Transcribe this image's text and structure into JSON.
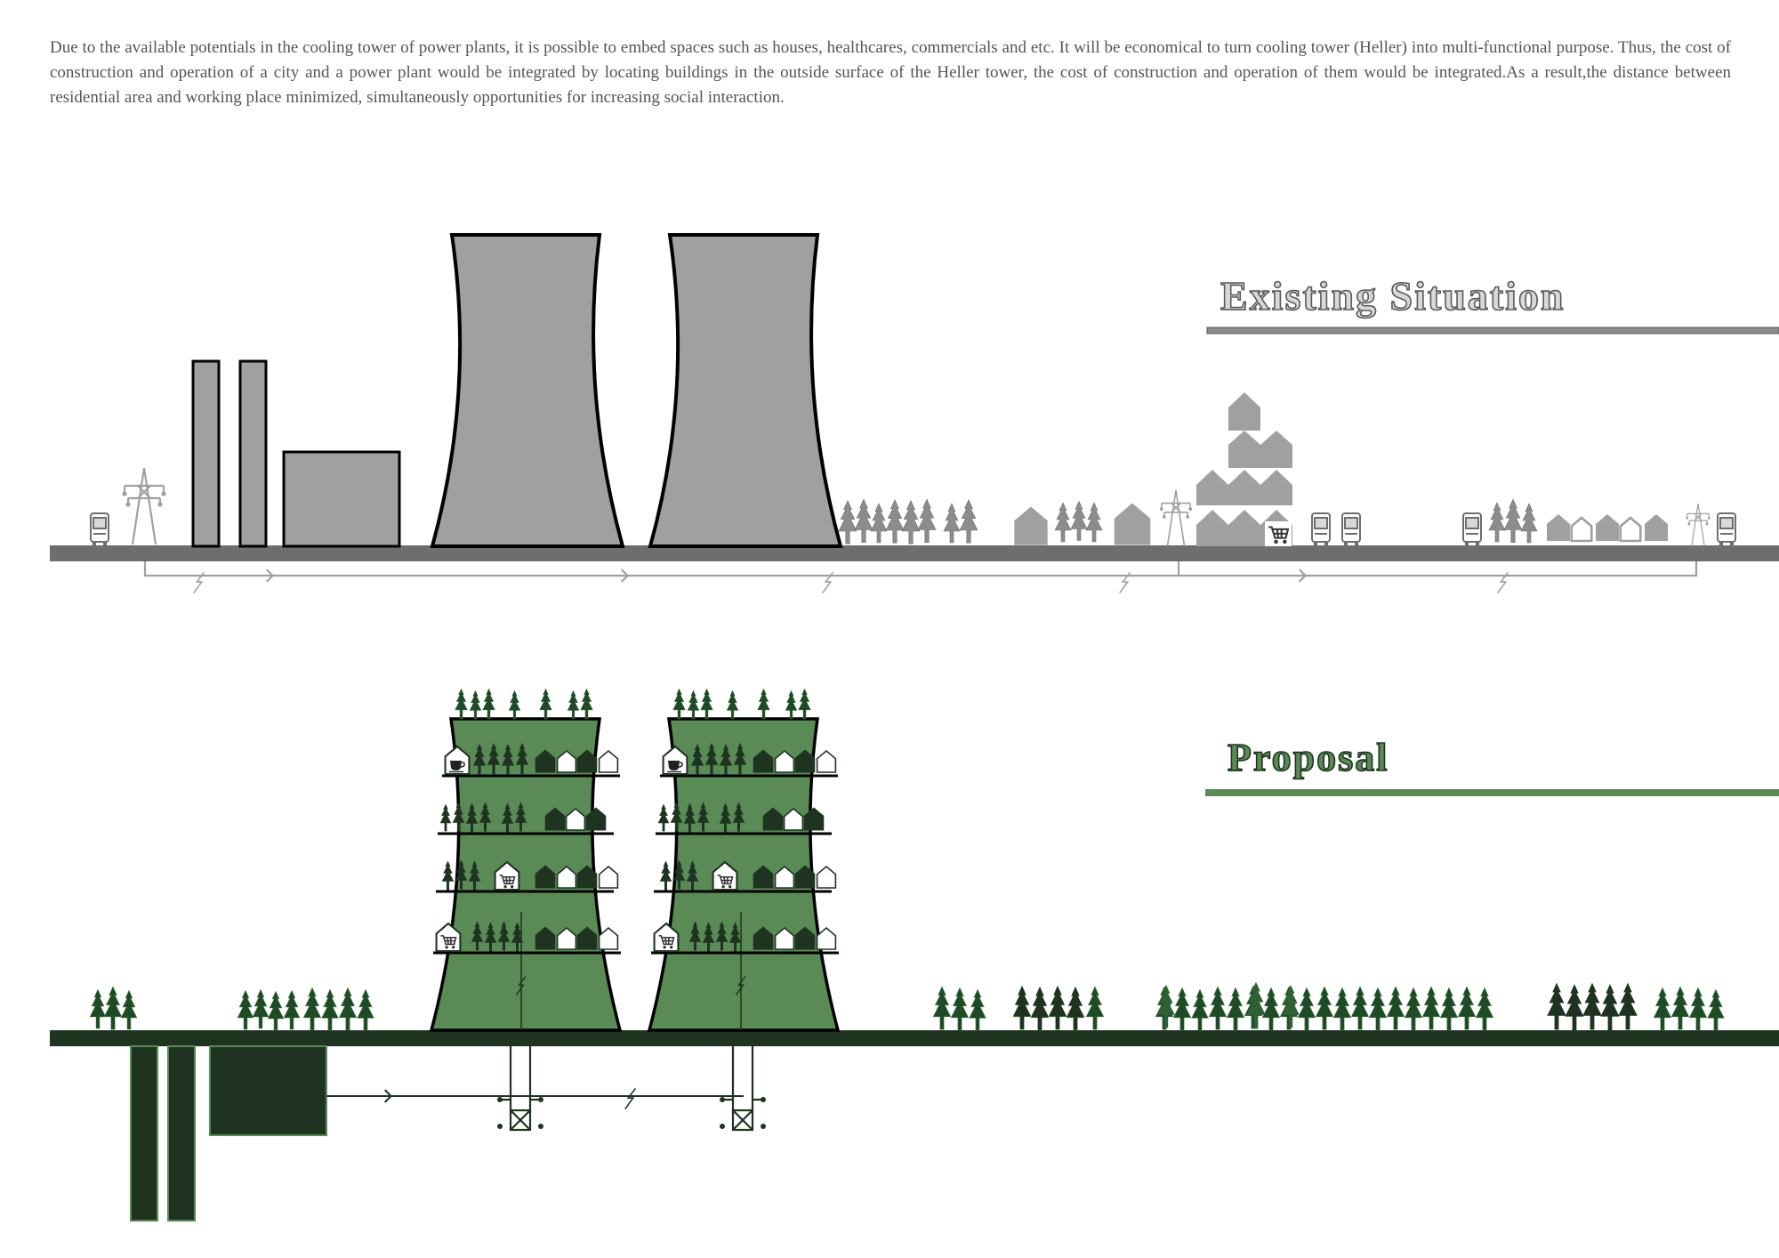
{
  "description": "Due to the available potentials in the cooling tower of power plants, it is possible to embed spaces such as houses, healthcares, commercials and etc. It will be economical to turn cooling tower (Heller) into multi-functional purpose. Thus, the cost of construction and operation of a city and a power plant would be integrated by locating buildings in the outside surface of the Heller tower, the cost of  construction and operation of them would be integrated.As a result,the distance between residential area and working place minimized, simultaneously opportunities for increasing social interaction.",
  "existing": {
    "title": "Existing  Situation",
    "color": "#a0a0a0",
    "outline": "#000000",
    "ground_color": "#6e6e6e"
  },
  "proposal": {
    "title": "Proposal",
    "color": "#5a8a55",
    "dark": "#1e3320",
    "tree_color": "#1e4a26"
  },
  "icons": [
    "power-pylon-icon",
    "bus-icon",
    "tree-icon",
    "house-icon",
    "shopping-cart-icon",
    "coffee-cup-icon",
    "lightning-icon",
    "arrow-icon"
  ]
}
